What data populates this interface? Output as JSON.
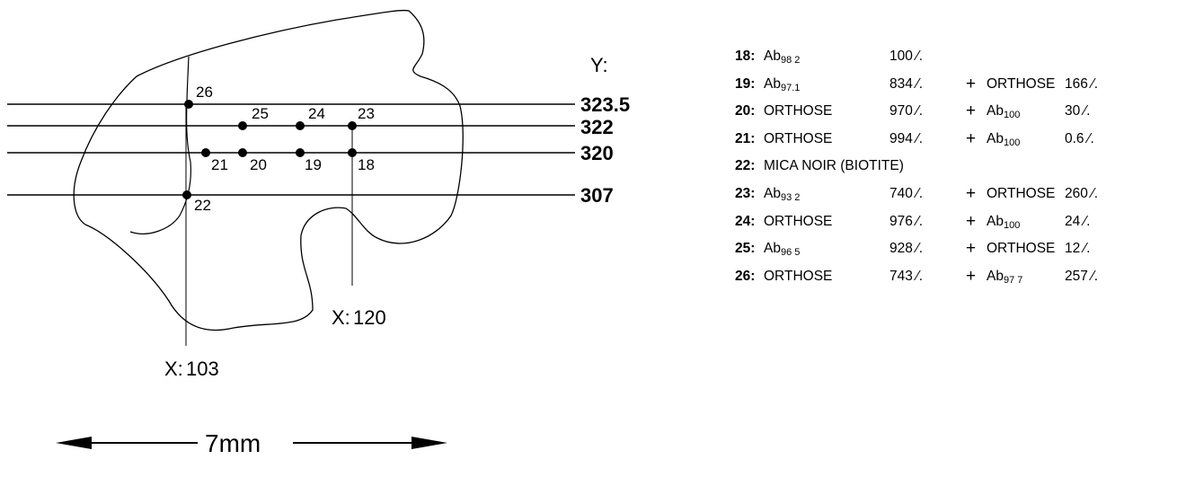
{
  "figure": {
    "y_header": "Y:",
    "x_prefix": "X:",
    "y_lines": [
      "323.5",
      "322",
      "320",
      "307"
    ],
    "x_lines": [
      "103",
      "120"
    ],
    "points": [
      {
        "id": "26",
        "x": "103",
        "y": "323.5"
      },
      {
        "id": "25",
        "y": "322"
      },
      {
        "id": "24",
        "y": "322"
      },
      {
        "id": "23",
        "x": "120",
        "y": "322"
      },
      {
        "id": "21",
        "y": "320"
      },
      {
        "id": "20",
        "y": "320"
      },
      {
        "id": "19",
        "y": "320"
      },
      {
        "id": "18",
        "x": "120",
        "y": "320"
      },
      {
        "id": "22",
        "x": "103",
        "y": "307"
      }
    ],
    "scale_label": "7mm"
  },
  "analyses": [
    {
      "id": "18",
      "p1_name": "Ab",
      "p1_sub": "98 2",
      "p1_pct": "100  ⁄.",
      "plus": "",
      "p2_name": "",
      "p2_sub": "",
      "p2_pct": ""
    },
    {
      "id": "19",
      "p1_name": "Ab",
      "p1_sub": "97.1",
      "p1_pct": "834 ⁄.",
      "plus": "+",
      "p2_name": "ORTHOSE",
      "p2_sub": "",
      "p2_pct": "166 ⁄."
    },
    {
      "id": "20",
      "p1_name": "ORTHOSE",
      "p1_sub": "",
      "p1_pct": "970 ⁄.",
      "plus": "+",
      "p2_name": "Ab",
      "p2_sub": "100",
      "p2_pct": "30  ⁄."
    },
    {
      "id": "21",
      "p1_name": "ORTHOSE",
      "p1_sub": "",
      "p1_pct": "994 ⁄.",
      "plus": "+",
      "p2_name": "Ab",
      "p2_sub": "100",
      "p2_pct": "0.6  ⁄."
    },
    {
      "id": "22",
      "full": "MICA NOIR (BIOTITE)"
    },
    {
      "id": "23",
      "p1_name": "Ab",
      "p1_sub": "93 2",
      "p1_pct": "740 ⁄.",
      "plus": "+",
      "p2_name": "ORTHOSE",
      "p2_sub": "",
      "p2_pct": "260 ⁄."
    },
    {
      "id": "24",
      "p1_name": "ORTHOSE",
      "p1_sub": "",
      "p1_pct": "976 ⁄.",
      "plus": "+",
      "p2_name": "Ab",
      "p2_sub": "100",
      "p2_pct": "24  ⁄."
    },
    {
      "id": "25",
      "p1_name": "Ab",
      "p1_sub": "96 5",
      "p1_pct": "928 ⁄.",
      "plus": "+",
      "p2_name": "ORTHOSE",
      "p2_sub": "",
      "p2_pct": "12  ⁄."
    },
    {
      "id": "26",
      "p1_name": "ORTHOSE",
      "p1_sub": "",
      "p1_pct": "743 ⁄.",
      "plus": "+",
      "p2_name": "Ab",
      "p2_sub": "97 7",
      "p2_pct": "257 ⁄."
    }
  ]
}
